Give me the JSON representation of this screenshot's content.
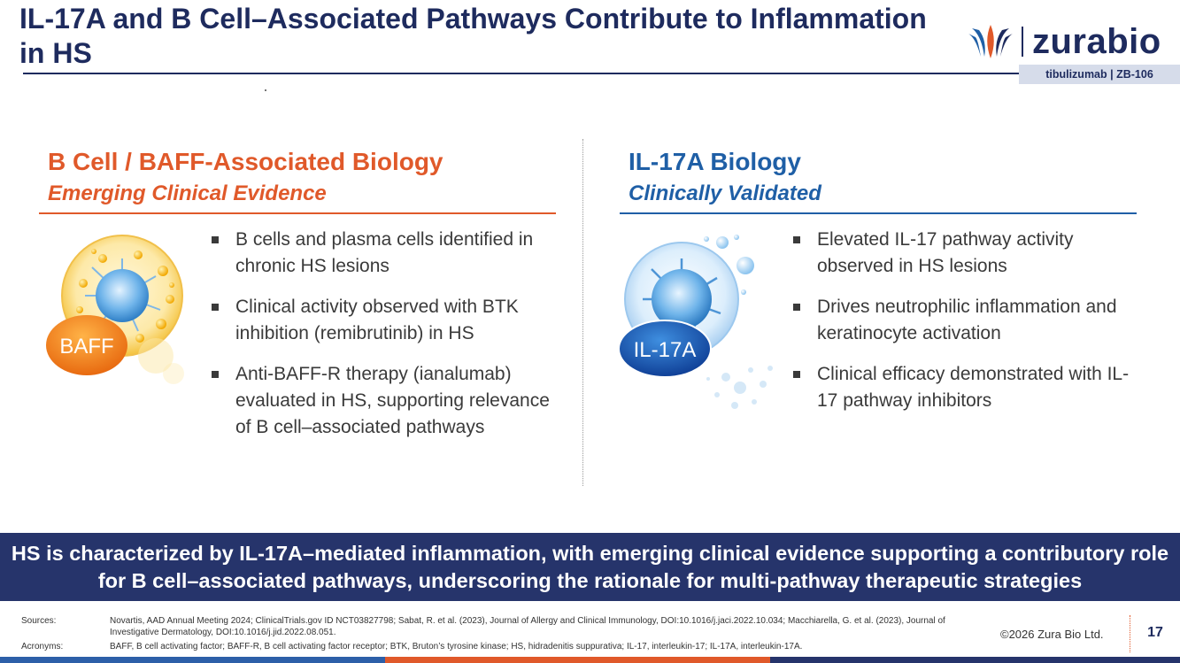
{
  "header": {
    "title": "IL-17A and B Cell–Associated Pathways Contribute to Inflammation in HS",
    "logo_text": "zurabio",
    "product_tag": "tibulizumab  |  ZB-106"
  },
  "left_panel": {
    "title": "B Cell / BAFF-Associated Biology",
    "subtitle": "Emerging Clinical Evidence",
    "badge": "BAFF",
    "bullets": [
      "B cells and plasma cells identified in chronic HS lesions",
      "Clinical activity observed with BTK inhibition (remibrutinib) in HS",
      "Anti-BAFF-R therapy (ianalumab) evaluated in HS, supporting relevance of B cell–associated pathways"
    ]
  },
  "right_panel": {
    "title": "IL-17A Biology",
    "subtitle": "Clinically Validated",
    "badge": "IL-17A",
    "bullets": [
      "Elevated IL-17 pathway activity observed in HS lesions",
      "Drives neutrophilic inflammation and keratinocyte activation",
      "Clinical efficacy demonstrated with IL-17 pathway inhibitors"
    ]
  },
  "banner": {
    "text": "HS is characterized by IL-17A–mediated inflammation, with emerging clinical evidence supporting a contributory role for B cell–associated pathways, underscoring the rationale for multi-pathway therapeutic strategies"
  },
  "footer": {
    "sources_label": "Sources:",
    "sources_text": "Novartis, AAD Annual Meeting 2024; ClinicalTrials.gov ID NCT03827798; Sabat, R. et al. (2023), Journal of Allergy and Clinical Immunology, DOI:10.1016/j.jaci.2022.10.034; Macchiarella, G. et al. (2023), Journal of Investigative Dermatology, DOI:10.1016/j.jid.2022.08.051.",
    "acronyms_label": "Acronyms:",
    "acronyms_text": "BAFF, B cell activating factor; BAFF-R, B cell activating factor receptor; BTK, Bruton’s tyrosine kinase; HS, hidradenitis suppurativa; IL-17, interleukin-17; IL-17A, interleukin-17A.",
    "copyright": "©2026 Zura Bio Ltd.",
    "page_number": "17"
  },
  "colors": {
    "navy": "#1e2b5e",
    "banner": "#26346b",
    "orange": "#e0592a",
    "blue": "#1f5fa6",
    "bar_blue": "#2d5fa8"
  },
  "icons": {
    "logo": "zurabio-flame-logo",
    "left_image": "b-cell-baff-illustration",
    "right_image": "il17a-cell-illustration"
  }
}
